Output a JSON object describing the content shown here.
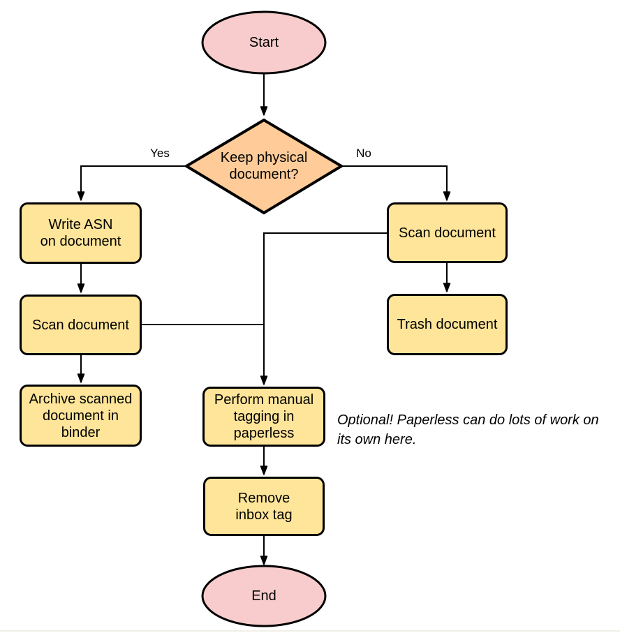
{
  "colors": {
    "terminal_fill": "#F8CCCC",
    "decision_fill": "#FFCC99",
    "process_fill": "#FFE599",
    "stroke": "#000000",
    "bottom_rule": "#F1EFE6"
  },
  "nodes": {
    "start": "Start",
    "decision": "Keep physical\ndocument?",
    "write_asn": "Write ASN\non document",
    "scan_keep": "Scan document",
    "archive": "Archive scanned\ndocument in\nbinder",
    "scan_discard": "Scan document",
    "trash": "Trash document",
    "tagging": "Perform manual\ntagging in\npaperless",
    "remove_inbox": "Remove\ninbox tag",
    "end": "End"
  },
  "edge_labels": {
    "yes": "Yes",
    "no": "No"
  },
  "note": "Optional! Paperless can do lots of work on\nits own here."
}
